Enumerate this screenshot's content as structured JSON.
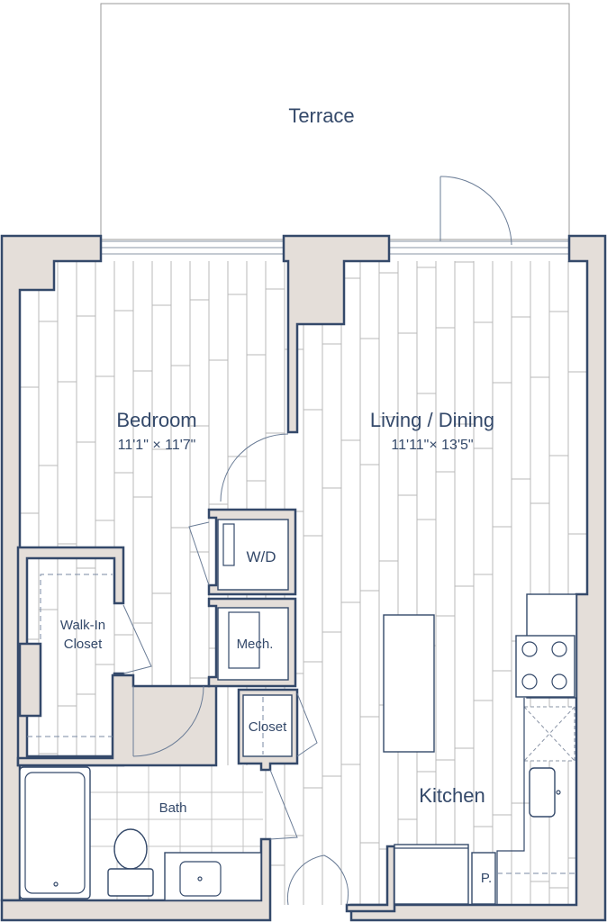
{
  "rooms": {
    "terrace": "Terrace",
    "bedroom": {
      "name": "Bedroom",
      "dimensions": "11'1\" × 11'7\""
    },
    "living": {
      "name": "Living / Dining",
      "dimensions": "11'11\"× 13'5\""
    },
    "washer_dryer": "W/D",
    "mechanical": "Mech.",
    "walk_in_closet": {
      "line1": "Walk-In",
      "line2": "Closet"
    },
    "closet": "Closet",
    "bath": "Bath",
    "kitchen": "Kitchen",
    "pantry": "P."
  },
  "colors": {
    "wall_fill": "#e4ded9",
    "wall_stroke": "#34496a",
    "text": "#34496a"
  }
}
